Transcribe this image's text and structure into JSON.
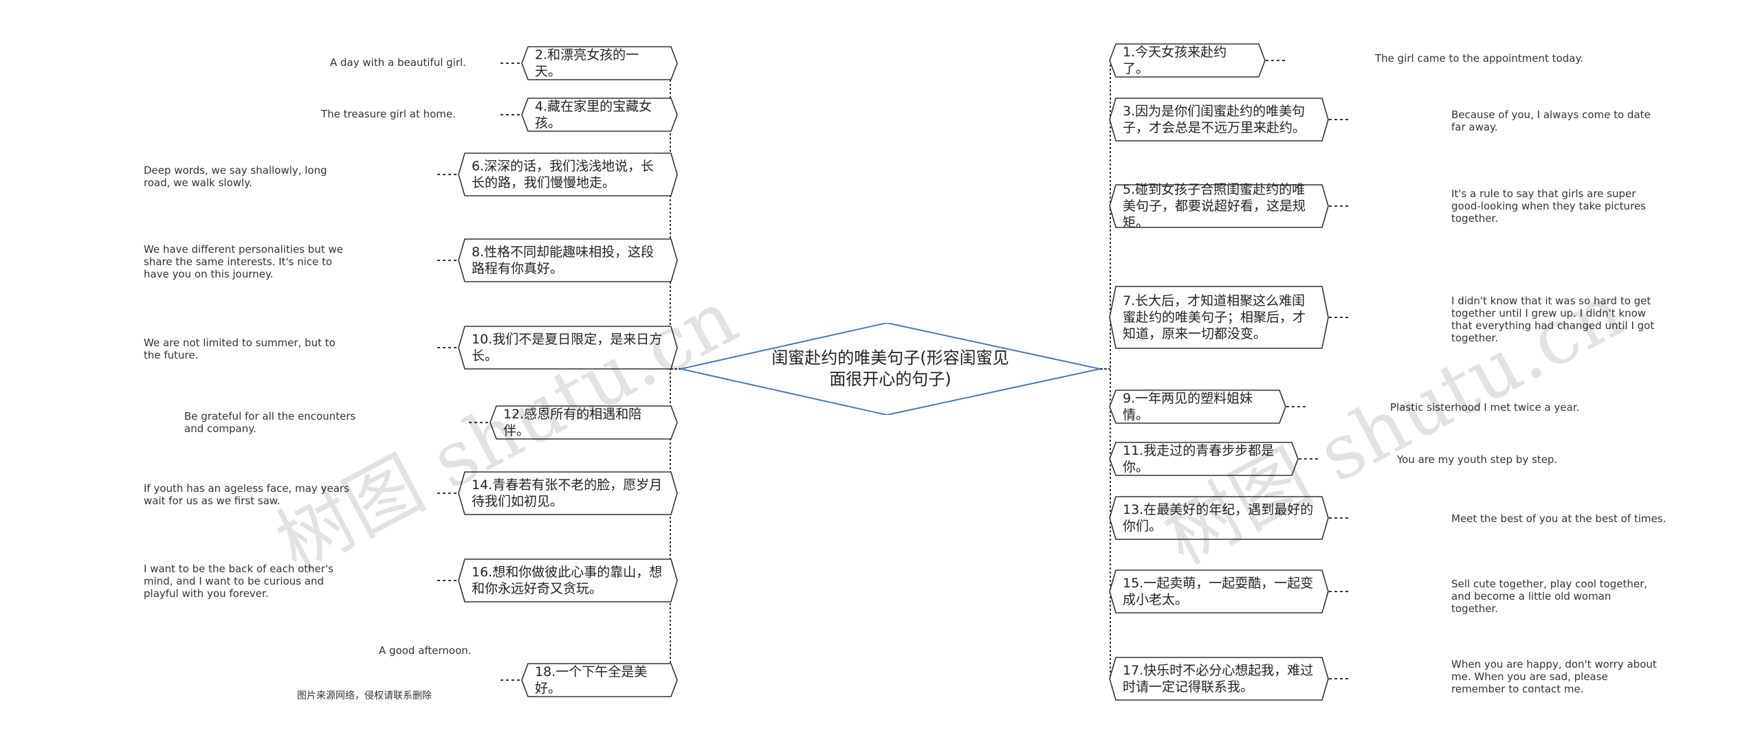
{
  "center": {
    "title": "闺蜜赴约的唯美句子(形容闺蜜见面很开心的句子)"
  },
  "left_items": [
    {
      "cn": "2.和漂亮女孩的一天。",
      "en": "A day with a beautiful girl."
    },
    {
      "cn": "4.藏在家里的宝藏女孩。",
      "en": "The treasure girl at home."
    },
    {
      "cn": "6.深深的话，我们浅浅地说，长长的路，我们慢慢地走。",
      "en": "Deep words, we say shallowly, long road, we walk slowly."
    },
    {
      "cn": "8.性格不同却能趣味相投，这段路程有你真好。",
      "en": "We have different personalities but we share the same interests. It's nice to have you on this journey."
    },
    {
      "cn": "10.我们不是夏日限定，是来日方长。",
      "en": "We are not limited to summer, but to the future."
    },
    {
      "cn": "12.感恩所有的相遇和陪伴。",
      "en": "Be grateful for all the encounters and company."
    },
    {
      "cn": "14.青春若有张不老的脸，愿岁月待我们如初见。",
      "en": "If youth has an ageless face, may years wait for us as we first saw."
    },
    {
      "cn": "16.想和你做彼此心事的靠山，想和你永远好奇又贪玩。",
      "en": "I want to be the back of each other's mind, and I want to be curious and playful with you forever."
    },
    {
      "cn": "18.一个下午全是美好。",
      "en": "A good afternoon."
    }
  ],
  "right_items": [
    {
      "cn": "1.今天女孩来赴约了。",
      "en": "The girl came to the appointment today."
    },
    {
      "cn": "3.因为是你们闺蜜赴约的唯美句子，才会总是不远万里来赴约。",
      "en": "Because of you, I always come to date far away."
    },
    {
      "cn": "5.碰到女孩子合照闺蜜赴约的唯美句子，都要说超好看，这是规矩。",
      "en": "It's a rule to say that girls are super good-looking when they take pictures together."
    },
    {
      "cn": "7.长大后，才知道相聚这么难闺蜜赴约的唯美句子；相聚后，才知道，原来一切都没变。",
      "en": "I didn't know that it was so hard to get together until I grew up. I didn't know that everything had changed until I got together."
    },
    {
      "cn": "9.一年两见的塑料姐妹情。",
      "en": "Plastic sisterhood I met twice a year."
    },
    {
      "cn": "11.我走过的青春步步都是你。",
      "en": "You are my youth step by step."
    },
    {
      "cn": "13.在最美好的年纪，遇到最好的你们。",
      "en": "Meet the best of you at the best of times."
    },
    {
      "cn": "15.一起卖萌，一起耍酷，一起变成小老太。",
      "en": "Sell cute together, play cool together, and become a little old woman together."
    },
    {
      "cn": "17.快乐时不必分心想起我，难过时请一定记得联系我。",
      "en": "When you are happy, don't worry about me. When you are sad, please remember to contact me."
    }
  ],
  "footer": {
    "note": "图片来源网络，侵权请联系删除"
  },
  "watermarks": [
    "树图 shutu.cn",
    "树图 shutu.cn"
  ],
  "colors": {
    "center_stroke": "#4a78b5",
    "node_stroke": "#333333",
    "link": "#333333"
  }
}
